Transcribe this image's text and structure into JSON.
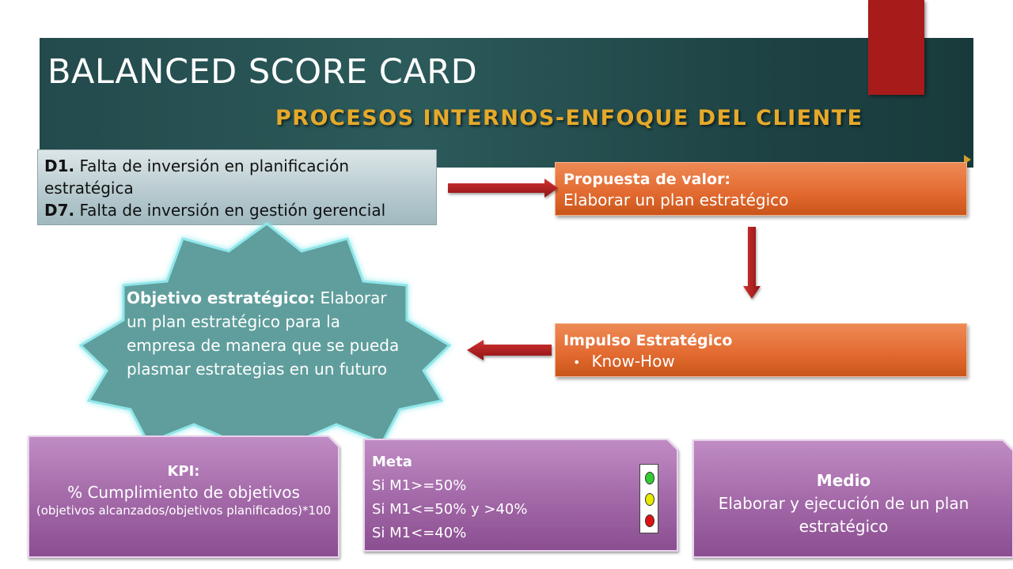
{
  "header": {
    "title": "BALANCED SCORE CARD",
    "subtitle": "PROCESOS INTERNOS-ENFOQUE DEL CLIENTE"
  },
  "debilidades": {
    "d1_code": "D1.",
    "d1_text": "Falta de inversión en planificación estratégica",
    "d7_code": "D7.",
    "d7_text": "Falta de inversión en gestión gerencial"
  },
  "propuesta": {
    "heading": "Propuesta de valor:",
    "text": "Elaborar un plan estratégico"
  },
  "impulso": {
    "heading": "Impulso Estratégico",
    "bullet": "Know-How"
  },
  "objetivo": {
    "heading": "Objetivo estratégico:",
    "text": "Elaborar un plan estratégico para la empresa de manera que se pueda plasmar estrategias en un futuro"
  },
  "kpi": {
    "heading": "KPI:",
    "line1": "% Cumplimiento de objetivos",
    "line2": "(objetivos alcanzados/objetivos planificados)*100"
  },
  "meta": {
    "heading": "Meta",
    "lines": [
      "Si M1>=50%",
      "Si M1<=50% y >40%",
      "Si M1<=40%"
    ],
    "light_colors": [
      "#33cc33",
      "#e8e800",
      "#dd1111"
    ]
  },
  "medio": {
    "heading": "Medio",
    "text": "Elaborar y ejecución de un plan estratégico"
  },
  "colors": {
    "banner": "#234a4c",
    "accent_red": "#a81b1b",
    "subtitle_gold": "#e5a92a",
    "orange": "#e2692f",
    "teal_star": "#5f9e9c",
    "purple": "#a066a6"
  }
}
